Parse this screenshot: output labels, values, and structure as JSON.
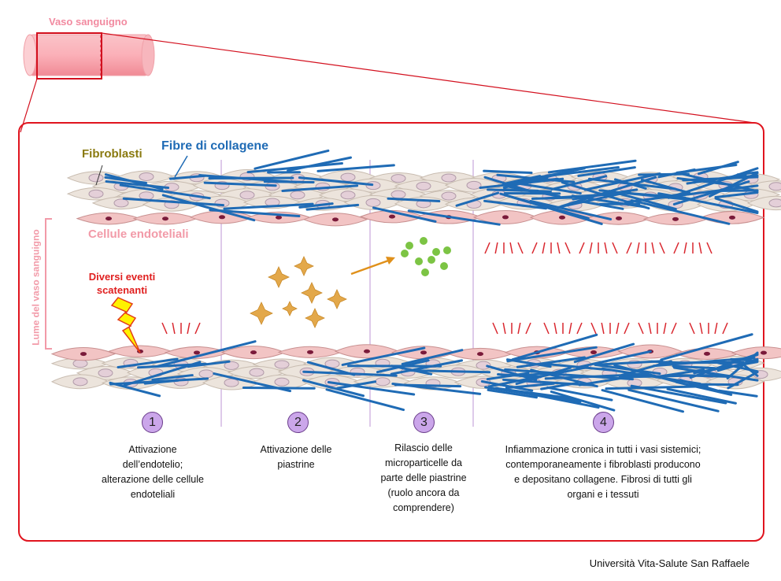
{
  "vessel_label": "Vaso sanguigno",
  "labels": {
    "fibroblasts": "Fibroblasti",
    "collagen": "Fibre di collagene",
    "endothelial": "Cellule endoteliali",
    "lumen": "Lume del vaso sanguigno",
    "trigger": "Diversi eventi scatenanti"
  },
  "steps": [
    {
      "number": "1",
      "text": "Attivazione dell’endotelio; alterazione delle cellule endoteliali"
    },
    {
      "number": "2",
      "text": "Attivazione delle piastrine"
    },
    {
      "number": "3",
      "text": "Rilascio delle microparticelle da parte delle piastrine (ruolo ancora da comprendere)"
    },
    {
      "number": "4",
      "text": "Infiammazione cronica in tutti i vasi sistemici; contemporaneamente i fibroblasti producono e depositano collagene. Fibrosi di tutti gli organi e i tessuti"
    }
  ],
  "credit": "Università Vita-Salute San Raffaele",
  "colors": {
    "frame": "#e0141e",
    "endothelial_cell": "#f2c4c4",
    "fibroblast": "#ece4dc",
    "collagen": "#1f6bb5",
    "platelet": "#e3a84a",
    "microparticle": "#7cc444",
    "inflammation": "#d9262e",
    "step_circle": "#cba6ea"
  }
}
